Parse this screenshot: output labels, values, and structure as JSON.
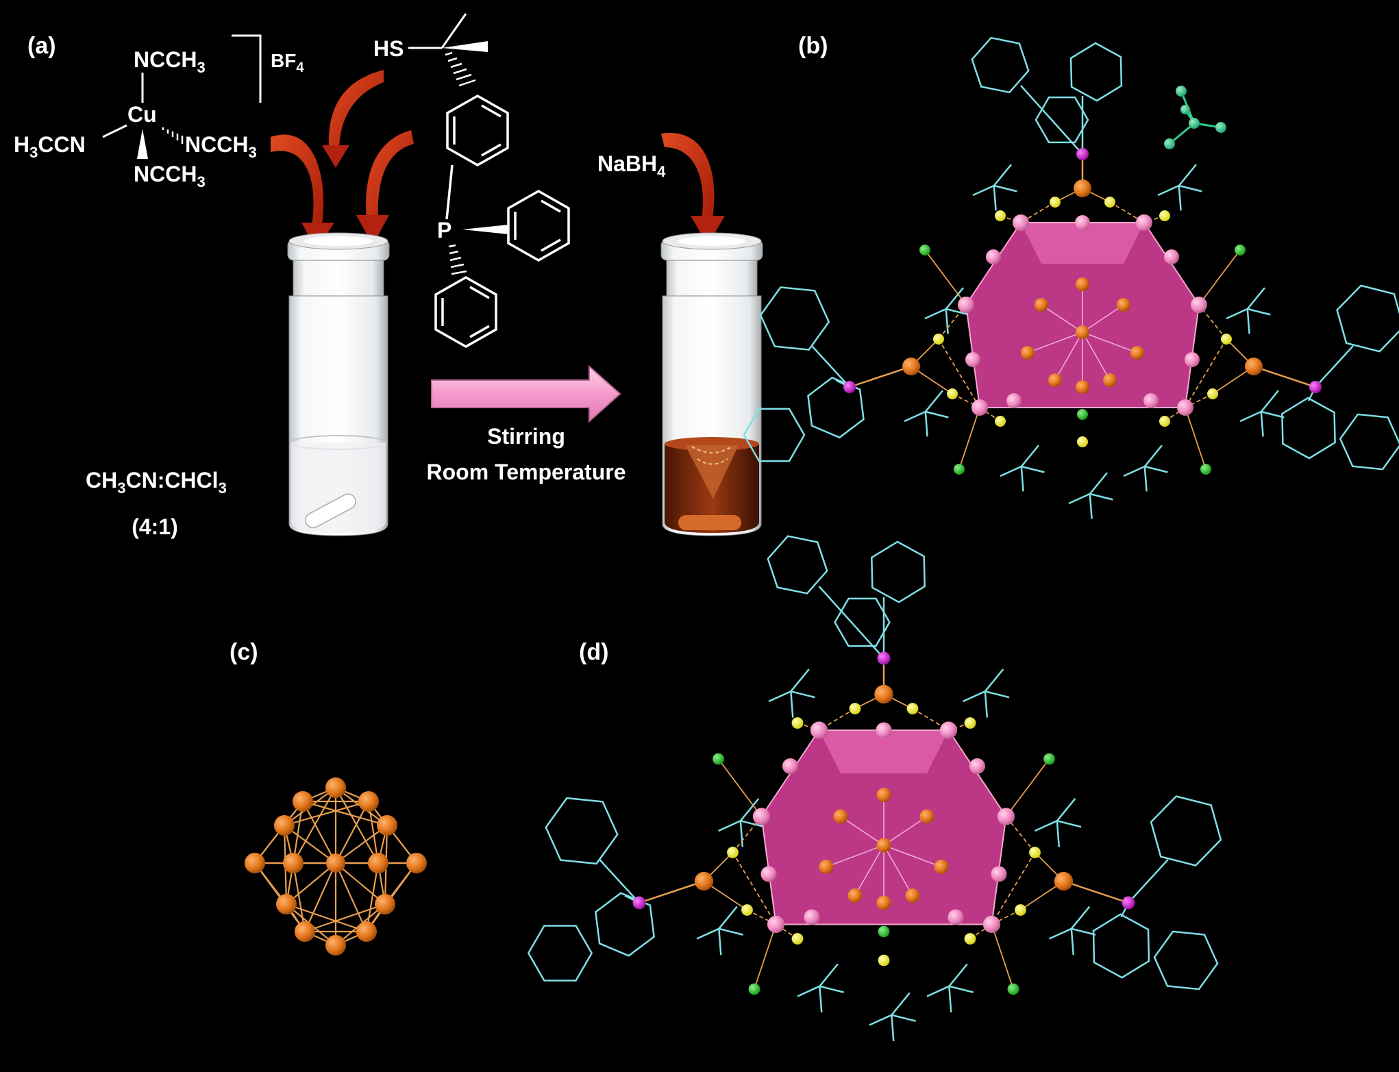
{
  "panels": {
    "a": "(a)",
    "b": "(b)",
    "c": "(c)",
    "d": "(d)"
  },
  "reagents": {
    "cu_complex": {
      "metal": "Cu",
      "ligand_top": "NCCH",
      "ligand_right": "NCCH",
      "ligand_bottom": "NCCH",
      "ligand_left_a": "H",
      "ligand_left_b": "CCN",
      "subscript": "3",
      "counter_ion": "BF",
      "counter_ion_sub": "4"
    },
    "thiol": "HS",
    "phosphine": "P",
    "reductant": "NaBH",
    "reductant_sub": "4"
  },
  "solvent": {
    "line1_a": "CH",
    "line1_sub1": "3",
    "line1_b": "CN:CHCl",
    "line1_sub2": "3",
    "ratio": "(4:1)"
  },
  "conditions": {
    "line1": "Stirring",
    "line2": "Room Temperature"
  },
  "colors": {
    "background": "#000000",
    "arrow_red": "#cc2a10",
    "arrow_pink": "#f7a9d2",
    "copper": "#e2761b",
    "pink_atom": "#f08ac0",
    "polyhedron": "#d6409a",
    "sulfur": "#f2ee26",
    "chlorine": "#1ec21e",
    "phosphorus": "#d410d0",
    "bond_cyan": "#7fe0e6",
    "bond_orange": "#e8a050",
    "solution": "#8a2c0c"
  }
}
